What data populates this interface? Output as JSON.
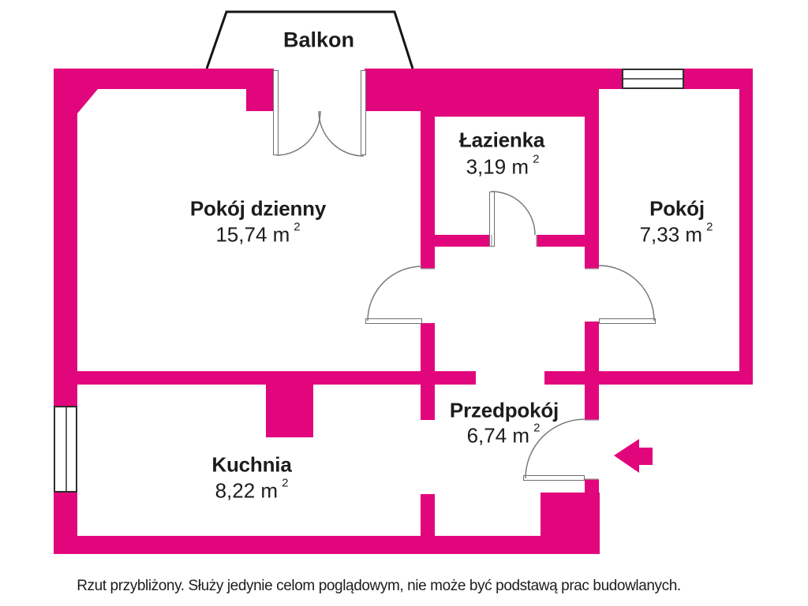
{
  "palette": {
    "wall_pink": "#e2067c",
    "door_line_gray": "#7a7a7a",
    "window_outline": "#2e2e2e",
    "balcony_outline": "#151515",
    "text_color": "#1c1c1c"
  },
  "balcony": {
    "label": "Balkon"
  },
  "rooms": [
    {
      "id": "living",
      "name": "Pokój dzienny",
      "area": "15,74 m",
      "area_sup": "2"
    },
    {
      "id": "bathroom",
      "name": "Łazienka",
      "area": "3,19 m",
      "area_sup": "2"
    },
    {
      "id": "room",
      "name": "Pokój",
      "area": "7,33 m",
      "area_sup": "2"
    },
    {
      "id": "hall",
      "name": "Przedpokój",
      "area": "6,74 m",
      "area_sup": "2"
    },
    {
      "id": "kitchen",
      "name": "Kuchnia",
      "area": "8,22 m",
      "area_sup": "2"
    }
  ],
  "footer": {
    "disclaimer": "Rzut przybliżony. Służy jedynie celom poglądowym, nie może być podstawą prac budowlanych."
  }
}
